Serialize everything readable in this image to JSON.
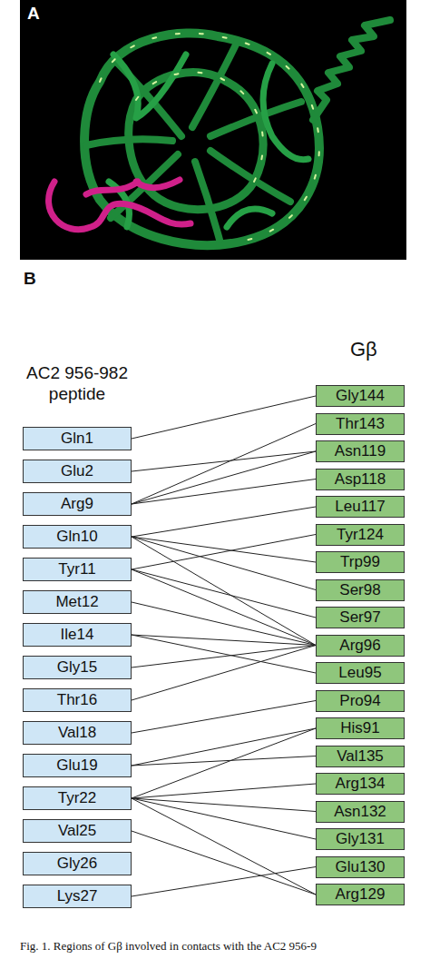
{
  "diagram": {
    "caption": "Fig. 1. Regions of Gβ involved in contacts with the AC2 956-9",
    "nodes": [
      {
        "text": [
          "Gln1"
        ]
      },
      {
        "text": [
          "Glu2"
        ]
      },
      {
        "text": [
          "Arg9"
        ]
      },
      {
        "text": [
          "Gln10"
        ]
      },
      {
        "text": [
          "Tyr11"
        ]
      },
      {
        "text": [
          "Met12"
        ]
      },
      {
        "text": [
          "Ile14"
        ]
      },
      {
        "text": [
          "Gly15"
        ]
      },
      {
        "text": [
          "Thr16"
        ]
      },
      {
        "text": [
          "Val18"
        ]
      },
      {
        "text": [
          "Glu19"
        ]
      },
      {
        "text": [
          "Tyr22"
        ]
      },
      {
        "text": [
          "Val25"
        ]
      },
      {
        "text": [
          "Gly26"
        ]
      },
      {
        "text": [
          "Lys27"
        ]
      },
      {
        "text": [
          "Gly144"
        ]
      },
      {
        "text": [
          "Thr143"
        ]
      },
      {
        "text": [
          "Asn119"
        ]
      },
      {
        "text": [
          "Asp118"
        ]
      },
      {
        "text": [
          "Leu117"
        ]
      },
      {
        "text": [
          "Tyr124"
        ]
      },
      {
        "text": [
          "Trp99"
        ]
      },
      {
        "text": [
          "Ser98"
        ]
      },
      {
        "text": [
          "Ser97"
        ]
      },
      {
        "text": [
          "Arg96"
        ]
      },
      {
        "text": [
          "Leu95"
        ]
      },
      {
        "text": [
          "Pro94"
        ]
      },
      {
        "text": [
          "His91"
        ]
      },
      {
        "text": [
          "Val135"
        ]
      },
      {
        "text": [
          "Arg134"
        ]
      },
      {
        "text": [
          "Asn132"
        ]
      },
      {
        "text": [
          "Gly131"
        ]
      },
      {
        "text": [
          "Glu130"
        ]
      },
      {
        "text": [
          "Arg129"
        ]
      }
    ],
    "edges": [
      {
        "from": 0,
        "to": 15,
        "arrow": "none"
      },
      {
        "from": 1,
        "to": 17,
        "arrow": "none"
      },
      {
        "from": 2,
        "to": 16,
        "arrow": "none"
      },
      {
        "from": 2,
        "to": 17,
        "arrow": "none"
      },
      {
        "from": 2,
        "to": 18,
        "arrow": "none"
      },
      {
        "from": 3,
        "to": 19,
        "arrow": "none"
      },
      {
        "from": 3,
        "to": 21,
        "arrow": "none"
      },
      {
        "from": 3,
        "to": 22,
        "arrow": "none"
      },
      {
        "from": 3,
        "to": 24,
        "arrow": "none"
      },
      {
        "from": 4,
        "to": 20,
        "arrow": "none"
      },
      {
        "from": 4,
        "to": 23,
        "arrow": "none"
      },
      {
        "from": 4,
        "to": 24,
        "arrow": "none"
      },
      {
        "from": 5,
        "to": 24,
        "arrow": "none"
      },
      {
        "from": 6,
        "to": 24,
        "arrow": "none"
      },
      {
        "from": 6,
        "to": 25,
        "arrow": "none"
      },
      {
        "from": 7,
        "to": 24,
        "arrow": "none"
      },
      {
        "from": 8,
        "to": 24,
        "arrow": "none"
      },
      {
        "from": 9,
        "to": 26,
        "arrow": "none"
      },
      {
        "from": 10,
        "to": 27,
        "arrow": "none"
      },
      {
        "from": 10,
        "to": 28,
        "arrow": "none"
      },
      {
        "from": 11,
        "to": 27,
        "arrow": "none"
      },
      {
        "from": 11,
        "to": 29,
        "arrow": "none"
      },
      {
        "from": 11,
        "to": 30,
        "arrow": "none"
      },
      {
        "from": 11,
        "to": 31,
        "arrow": "none"
      },
      {
        "from": 11,
        "to": 33,
        "arrow": "none"
      },
      {
        "from": 12,
        "to": 33,
        "arrow": "none"
      },
      {
        "from": 14,
        "to": 32,
        "arrow": "none"
      }
    ],
    "labels": [
      "A",
      "B",
      "AC2 956-982 peptide",
      "Gβ"
    ]
  }
}
